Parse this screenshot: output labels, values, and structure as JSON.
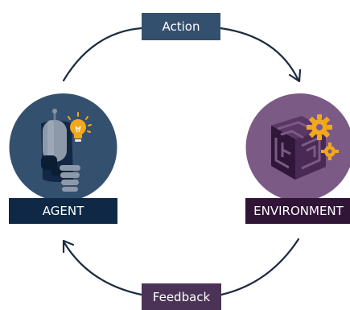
{
  "diagram": {
    "action_label": "Action",
    "feedback_label": "Feedback",
    "agent_label": "AGENT",
    "environment_label": "ENVIRONMENT"
  },
  "colors": {
    "action_box": "#34506f",
    "feedback_box": "#4b3357",
    "agent_circle": "#34506f",
    "agent_label_box": "#0e2845",
    "environment_circle": "#7b5a85",
    "environment_label_box": "#311537",
    "arrow": "#1c2c40",
    "gear": "#f2a81d"
  },
  "icons": {
    "agent": "robot-with-lightbulb-icon",
    "environment": "maze-with-gears-icon"
  }
}
